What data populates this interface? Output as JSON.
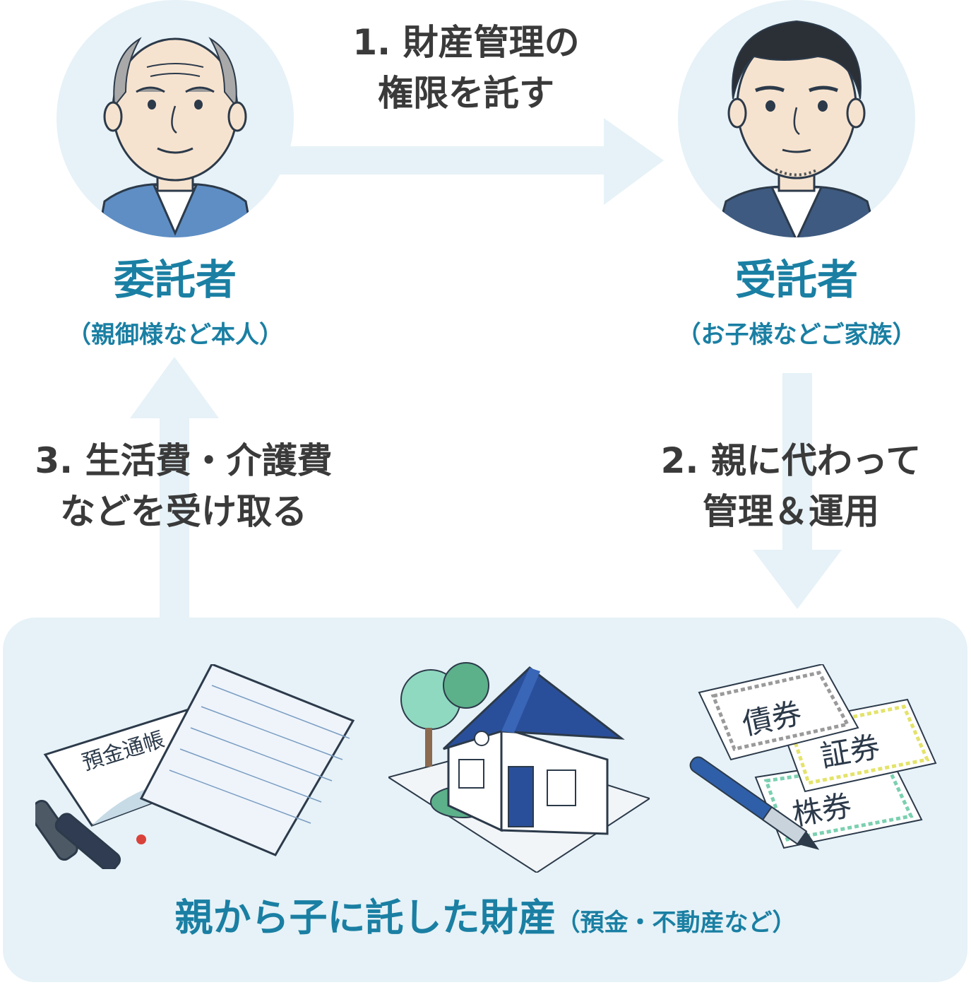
{
  "colors": {
    "arrow": "#e6f2f7",
    "circle": "#e6f2f7",
    "accent": "#1a7fa3",
    "text": "#3a3a3a"
  },
  "step1": {
    "line1": "1. 財産管理の",
    "line2": "権限を託す"
  },
  "step2": {
    "line1": "2. 親に代わって",
    "line2": "管理＆運用"
  },
  "step3": {
    "line1": "3. 生活費・介護費",
    "line2": "などを受け取る"
  },
  "truster": {
    "title": "委託者",
    "subtitle": "（親御様など本人）",
    "icon": "elderly-man-portrait"
  },
  "trustee": {
    "title": "受託者",
    "subtitle": "（お子様などご家族）",
    "icon": "middle-aged-man-portrait"
  },
  "assets": {
    "caption": "親から子に託した財産",
    "caption_note": "（預金・不動産など）",
    "passbook_label": "預金通帳",
    "certificates": [
      "債券",
      "証券",
      "株券"
    ],
    "icons": [
      "passbook-icon",
      "house-icon",
      "certificates-icon"
    ]
  }
}
